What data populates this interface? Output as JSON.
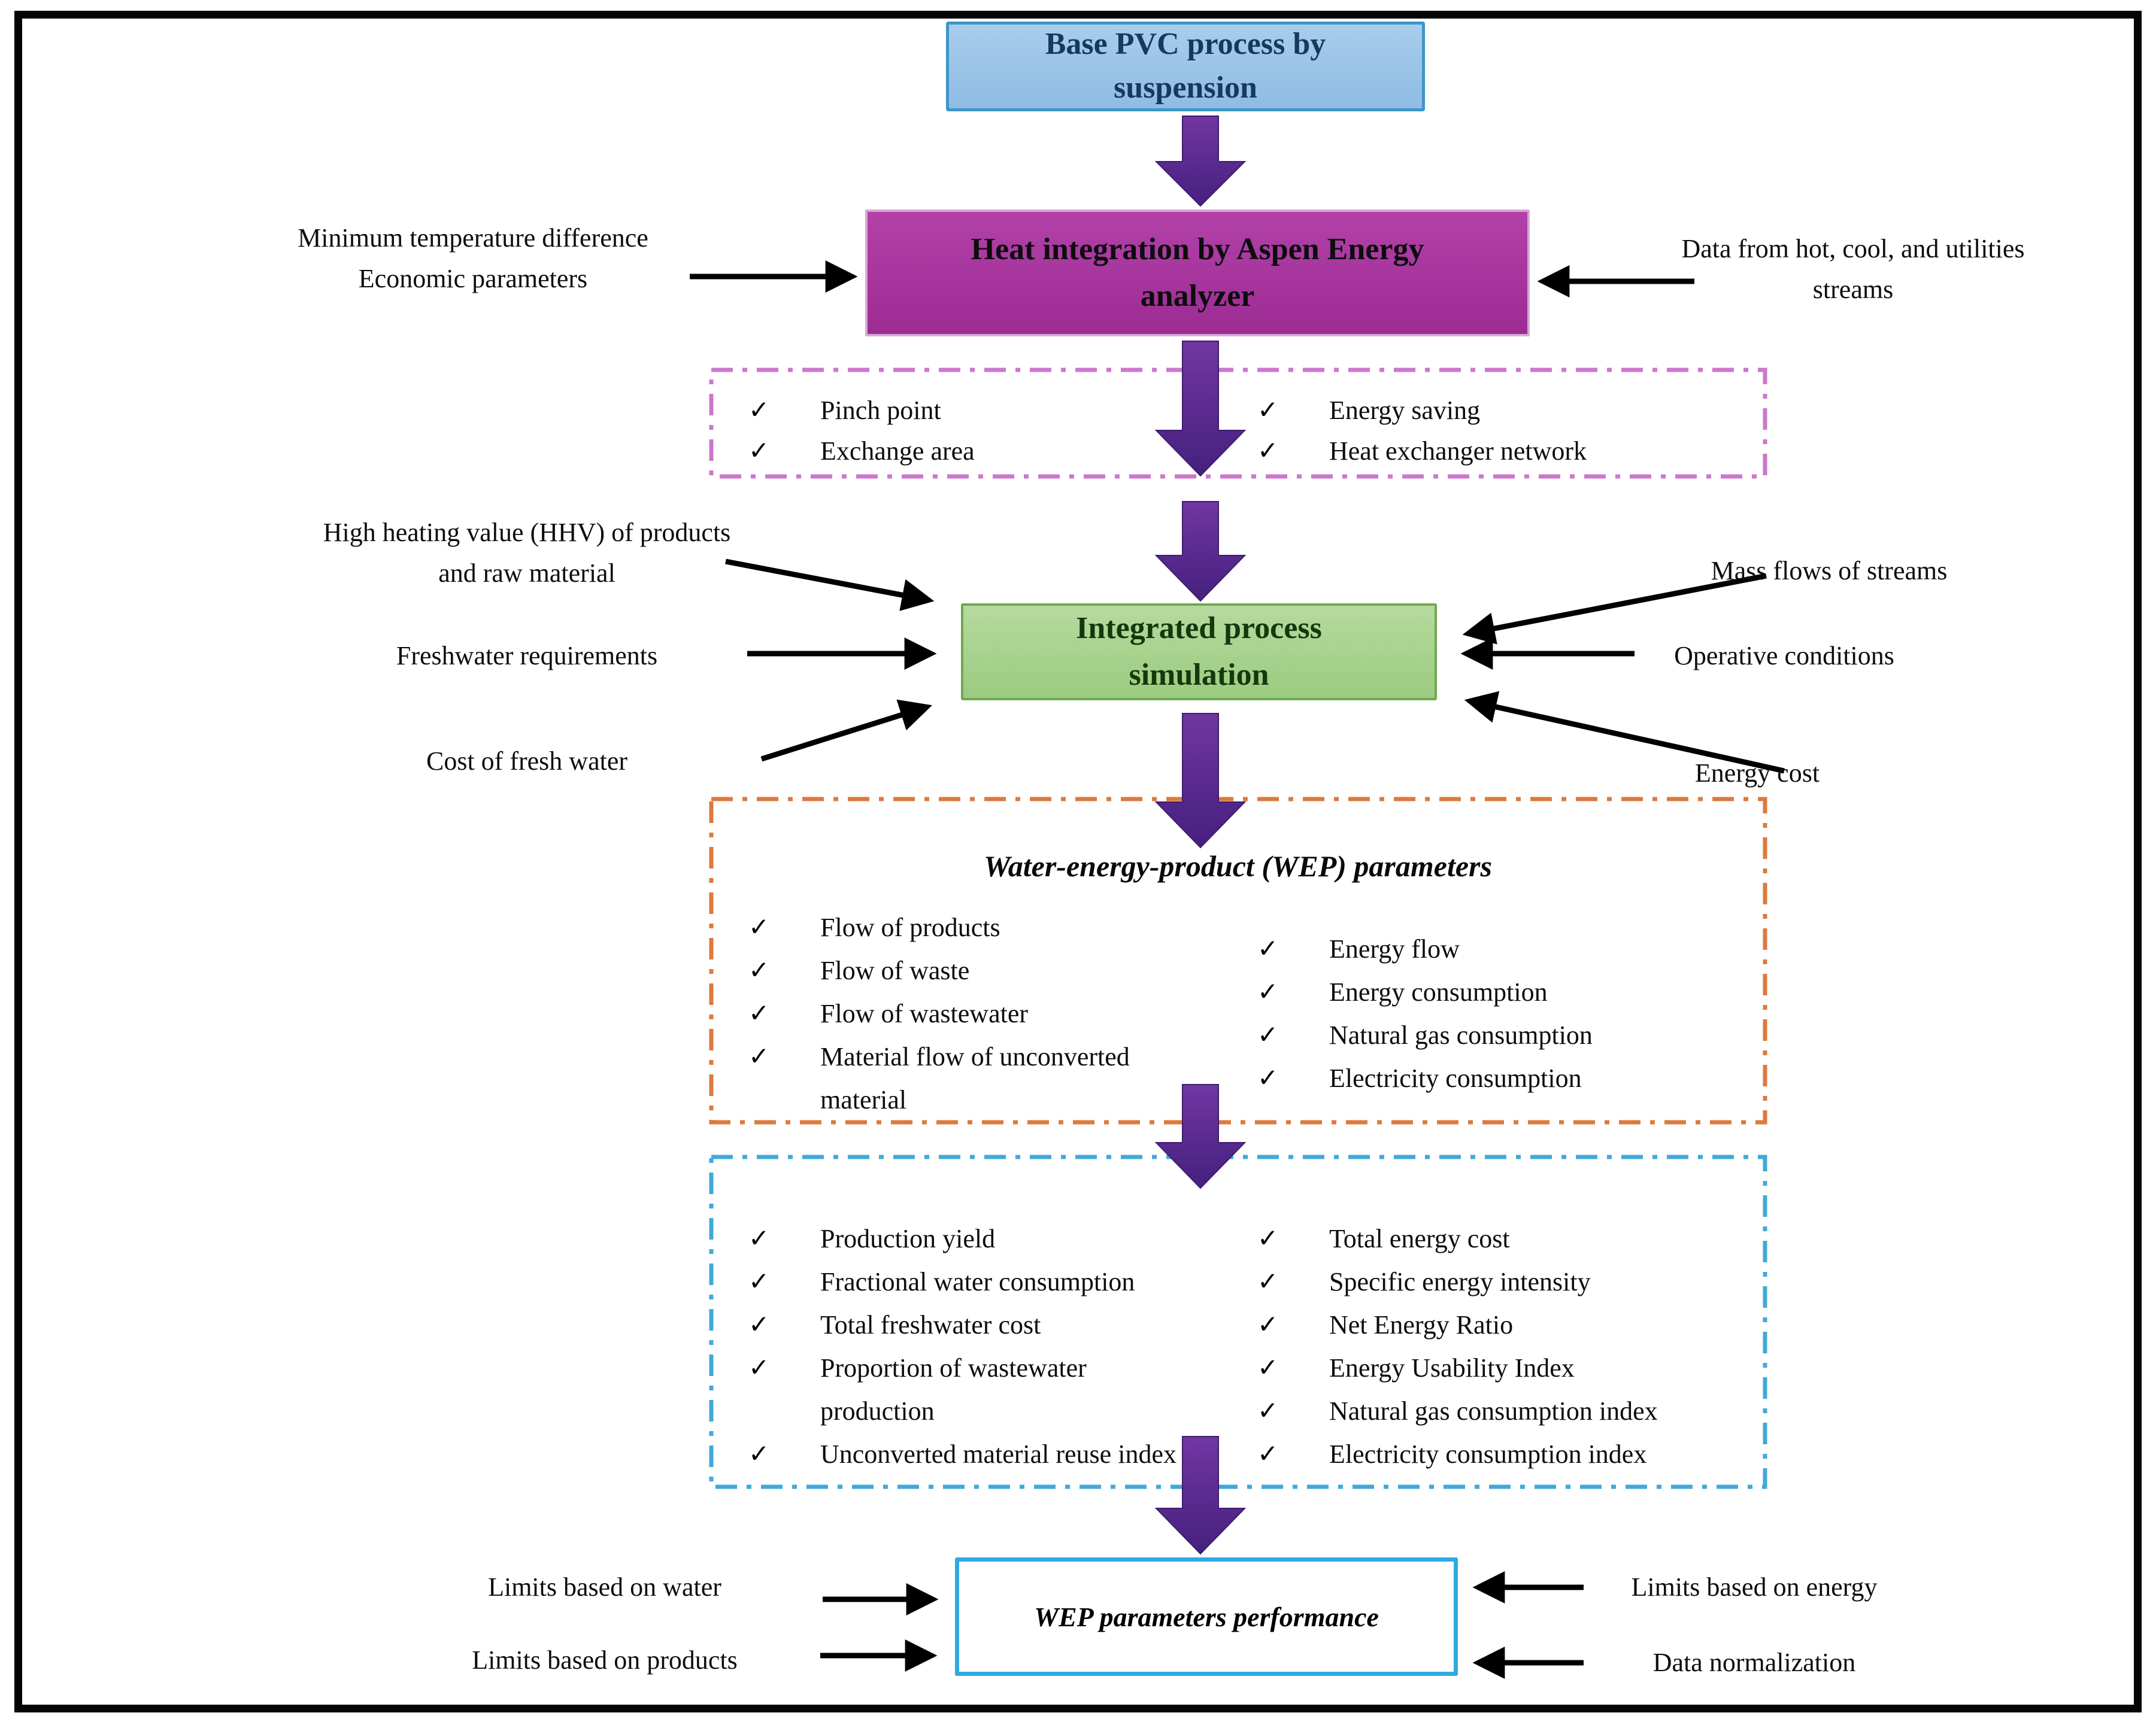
{
  "nodes": {
    "base": {
      "lines": [
        "Base PVC process by",
        "suspension"
      ]
    },
    "heat": {
      "lines": [
        "Heat integration by Aspen Energy",
        "analyzer"
      ]
    },
    "pinch": {
      "left_items": [
        "Pinch point",
        "Exchange area"
      ],
      "right_items": [
        "Energy saving",
        "Heat exchanger network"
      ]
    },
    "sim": {
      "lines": [
        "Integrated process",
        "simulation"
      ]
    },
    "wep": {
      "title": "Water-energy-product (WEP) parameters",
      "left_items": [
        "Flow of products",
        "Flow of waste",
        "Flow of wastewater",
        "Material flow of unconverted material"
      ],
      "right_items": [
        "Energy flow",
        "Energy consumption",
        "Natural gas consumption",
        "Electricity consumption"
      ]
    },
    "kpi": {
      "left_items": [
        "Production yield",
        "Fractional water consumption",
        "Total freshwater cost",
        "Proportion of wastewater production",
        "Unconverted material reuse index"
      ],
      "right_items": [
        "Total energy cost",
        "Specific energy intensity",
        "Net Energy Ratio",
        "Energy Usability Index",
        "Natural gas consumption index",
        "Electricity consumption index"
      ]
    },
    "perf": {
      "label": "WEP parameters performance"
    }
  },
  "inputs": {
    "heat_left": {
      "lines": [
        "Minimum temperature difference",
        "Economic parameters"
      ]
    },
    "heat_right": {
      "lines": [
        "Data from hot, cool, and utilities",
        "streams"
      ]
    },
    "sim_left_1": {
      "lines": [
        "High heating value (HHV) of products",
        "and raw material"
      ]
    },
    "sim_left_2": {
      "label": "Freshwater requirements"
    },
    "sim_left_3": {
      "label": "Cost of fresh water"
    },
    "sim_right_1": {
      "label": "Mass flows of streams"
    },
    "sim_right_2": {
      "label": "Operative conditions"
    },
    "sim_right_3": {
      "label": "Energy cost"
    },
    "perf_left_1": {
      "label": "Limits based on water"
    },
    "perf_left_2": {
      "label": "Limits based on products"
    },
    "perf_right_1": {
      "label": "Limits based on energy"
    },
    "perf_right_2": {
      "label": "Data normalization"
    }
  },
  "icons": {
    "check": "✓"
  },
  "colors": {
    "frame": "#050505",
    "base_box_fill": "#9dc3e6",
    "base_box_border": "#3e96c8",
    "base_box_text": "#16395f",
    "heat_box_fill": "#a4349c",
    "heat_box_border": "#d9a8d6",
    "pinch_dash_border": "#cc77cc",
    "sim_box_fill": "#a9d18e",
    "sim_box_border": "#6fa84f",
    "sim_box_text": "#16380d",
    "wep_dash_border": "#dd7a3e",
    "kpi_dash_border": "#41a9da",
    "perf_box_border": "#2faae1",
    "flow_arrow_fill_top": "#7136a3",
    "flow_arrow_fill_bottom": "#45207e",
    "connector_color": "#000000"
  }
}
